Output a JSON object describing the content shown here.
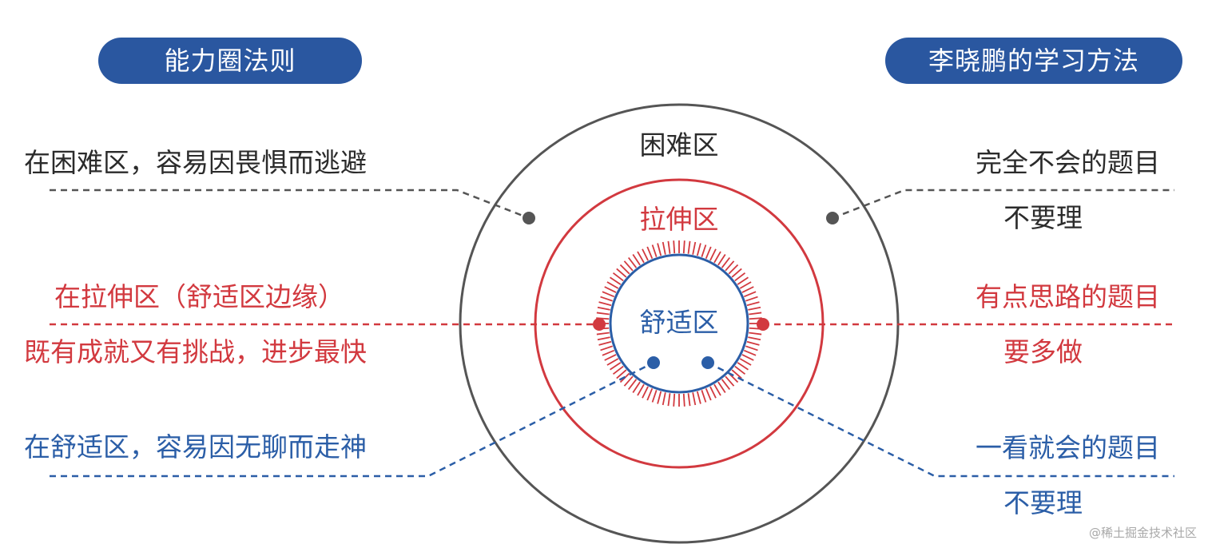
{
  "headers": {
    "left": "能力圈法则",
    "right": "李晓鹏的学习方法"
  },
  "zones": {
    "outer": "困难区",
    "middle": "拉伸区",
    "inner": "舒适区"
  },
  "left_notes": {
    "difficult": "在困难区，容易因畏惧而逃避",
    "stretch_1": "在拉伸区（舒适区边缘）",
    "stretch_2": "既有成就又有挑战，进步最快",
    "comfort": "在舒适区，容易因无聊而走神"
  },
  "right_notes": {
    "difficult_1": "完全不会的题目",
    "difficult_2": "不要理",
    "stretch_1": "有点思路的题目",
    "stretch_2": "要多做",
    "comfort_1": "一看就会的题目",
    "comfort_2": "不要理"
  },
  "watermark": "@稀土掘金技术社区",
  "colors": {
    "gray": "#555555",
    "red": "#d2393f",
    "blue": "#2b5ea7",
    "header_bg": "#2a57a0"
  }
}
